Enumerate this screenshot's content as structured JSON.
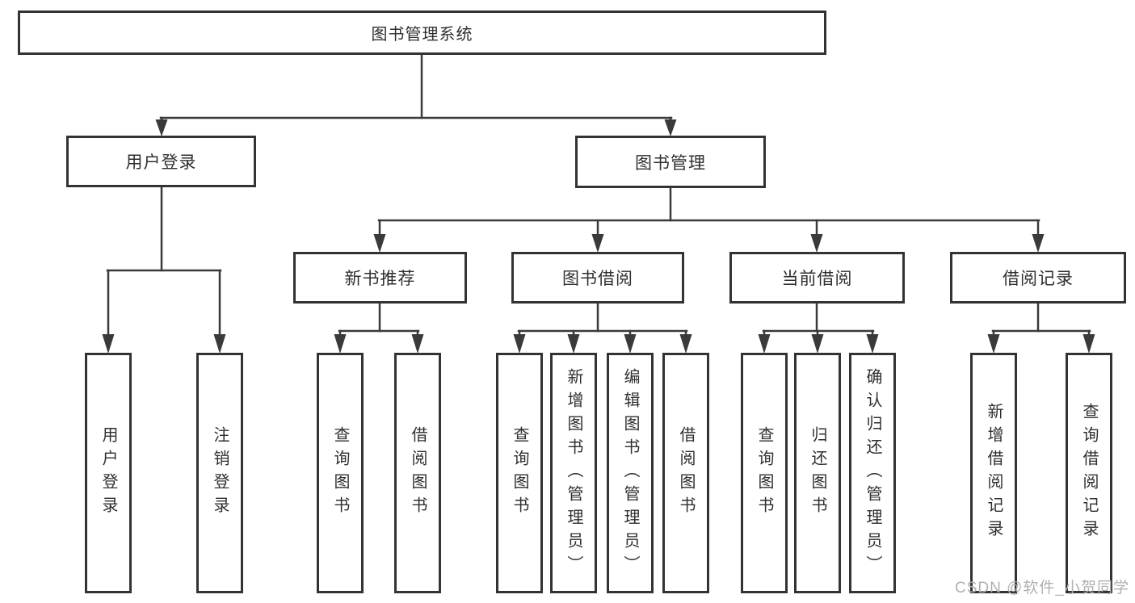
{
  "nodes": {
    "root": "图书管理系统",
    "l2": [
      "用户登录",
      "图书管理"
    ],
    "l3": [
      "新书推荐",
      "图书借阅",
      "当前借阅",
      "借阅记录"
    ],
    "l4": [
      "用户登录",
      "注销登录",
      "查询图书",
      "借阅图书",
      "查询图书",
      "新增图书（管理员）",
      "编辑图书（管理员）",
      "借阅图书",
      "查询图书",
      "归还图书",
      "确认归还（管理员）",
      "新增借阅记录",
      "查询借阅记录"
    ]
  },
  "watermark": "CSDN @软件_小贺同学",
  "colors": {
    "line": "#3a3a3a",
    "box_border": "#333333",
    "text": "#2f2f2f",
    "watermark": "#b0b0b0",
    "background": "#ffffff"
  }
}
